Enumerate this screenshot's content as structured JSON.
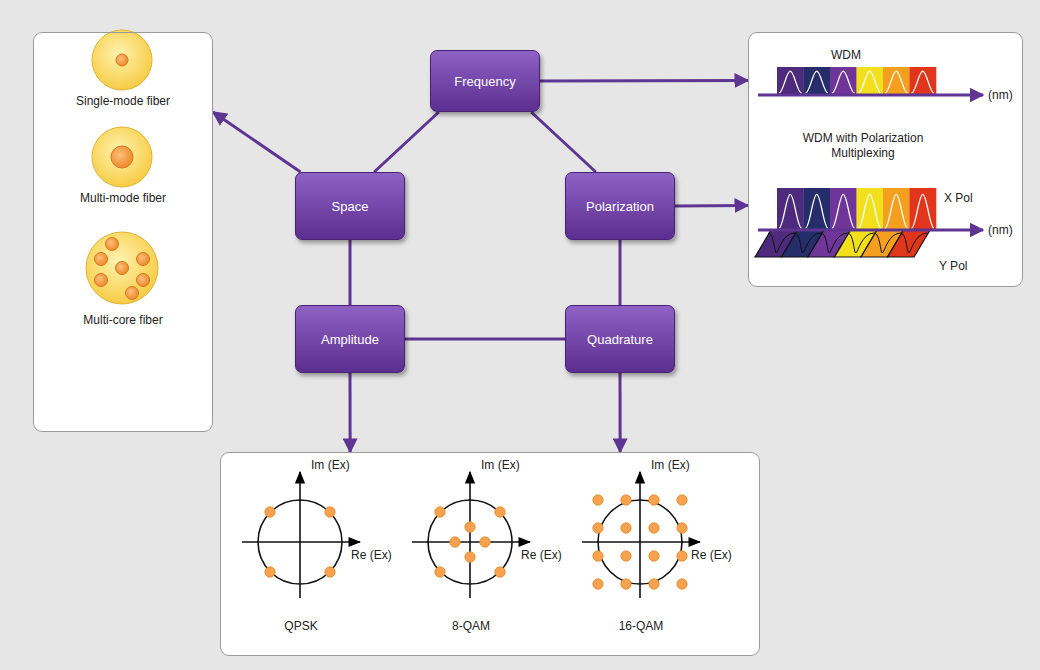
{
  "diagram": {
    "nodes": [
      {
        "text": [
          "Single-mode fiber",
          "Multi-mode fiber",
          "Multi-core fiber"
        ]
      },
      {
        "text": [
          "Frequency"
        ]
      },
      {
        "text": [
          "WDM",
          "(nm)",
          "WDM with Polarization Multiplexing",
          "X Pol",
          "(nm)",
          "Y Pol"
        ]
      },
      {
        "text": [
          "Space"
        ]
      },
      {
        "text": [
          "Polarization"
        ]
      },
      {
        "text": [
          "Amplitude"
        ]
      },
      {
        "text": [
          "Quadrature"
        ]
      },
      {
        "text": [
          "Im (Ex)",
          "Re (Ex)",
          "QPSK",
          "Im (Ex)",
          "Re (Ex)",
          "8-QAM",
          "Im (Ex)",
          "Re (Ex)",
          "16-QAM"
        ]
      }
    ],
    "edges": [
      {
        "from": 1,
        "to": 2,
        "arrow": "to"
      },
      {
        "from": 4,
        "to": 2,
        "arrow": "to"
      },
      {
        "from": 3,
        "to": 0,
        "arrow": "to"
      },
      {
        "from": 5,
        "to": 7,
        "arrow": "to"
      },
      {
        "from": 6,
        "to": 7,
        "arrow": "to"
      },
      {
        "from": 1,
        "to": 3,
        "arrow": "none"
      },
      {
        "from": 1,
        "to": 4,
        "arrow": "none"
      },
      {
        "from": 3,
        "to": 5,
        "arrow": "none"
      },
      {
        "from": 4,
        "to": 6,
        "arrow": "none"
      },
      {
        "from": 5,
        "to": 6,
        "arrow": "none"
      }
    ]
  }
}
